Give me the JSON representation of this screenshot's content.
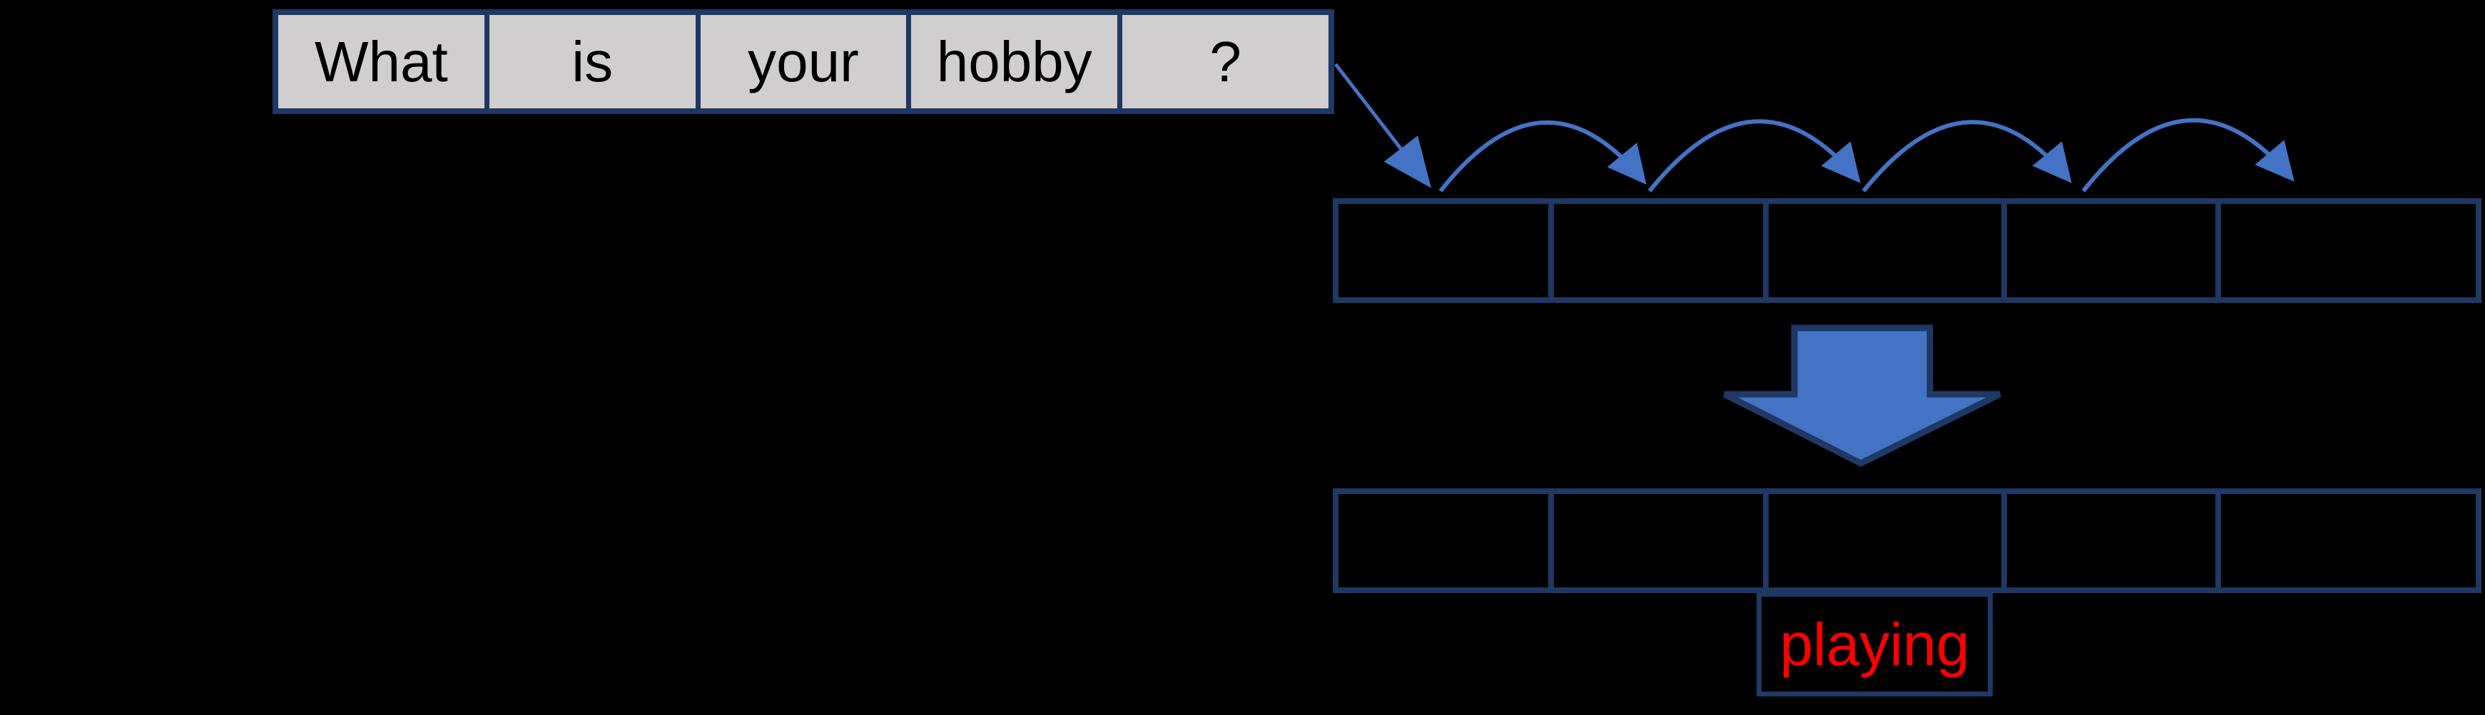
{
  "diagram": {
    "description_colors": {
      "background": "#000000",
      "cell_fill_gray": "#d0cece",
      "border_navy": "#1f3864",
      "arrow_blue": "#4472c4",
      "prediction_red": "#ff0000",
      "token_text_black": "#000000"
    },
    "token_row": {
      "tokens": [
        "What",
        "is",
        "your",
        "hobby",
        "?"
      ]
    },
    "encoded_row": {
      "cells": [
        "",
        "",
        "",
        "",
        ""
      ]
    },
    "output_row": {
      "cells": [
        "",
        "",
        "",
        "",
        ""
      ]
    },
    "prediction": {
      "label": "playing"
    },
    "icons": [
      "diagonal-flow-arrow",
      "hop-arc-arrow-1",
      "hop-arc-arrow-2",
      "hop-arc-arrow-3",
      "hop-arc-arrow-4",
      "big-down-arrow"
    ]
  }
}
